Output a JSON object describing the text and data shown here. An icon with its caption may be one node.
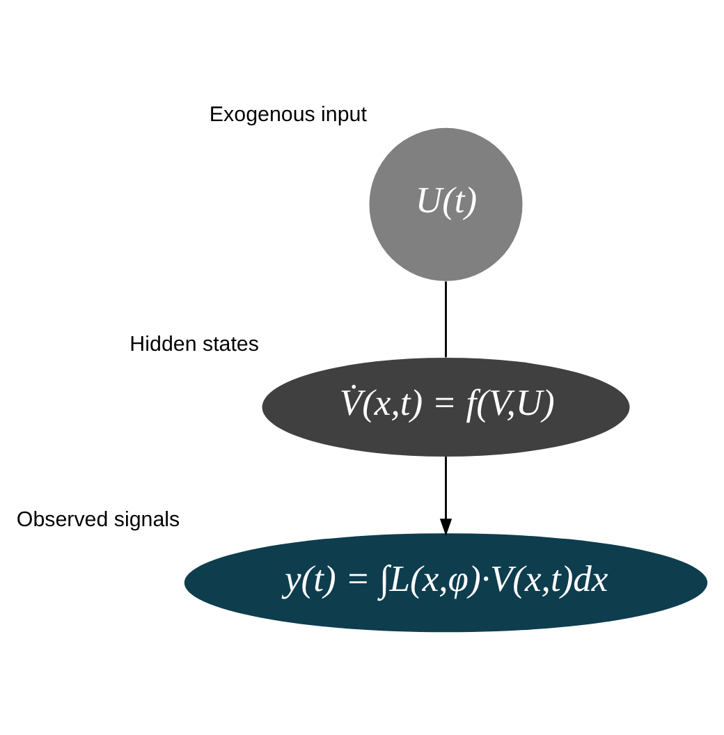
{
  "diagram": {
    "nodes": [
      {
        "text": [
          "U(t)"
        ],
        "beside": [
          "Exogenous input"
        ]
      },
      {
        "text": [
          "V̇(x,t) = f(V,U)"
        ],
        "beside": [
          "Hidden states"
        ]
      },
      {
        "text": [
          "y(t) = ∫L(x,φ)·V(x,t)dx"
        ],
        "beside": [
          "Observed signals"
        ]
      }
    ],
    "edges": [
      {
        "from": 0,
        "to": 1,
        "arrow": "none"
      },
      {
        "from": 1,
        "to": 2,
        "arrow": "to"
      }
    ]
  }
}
